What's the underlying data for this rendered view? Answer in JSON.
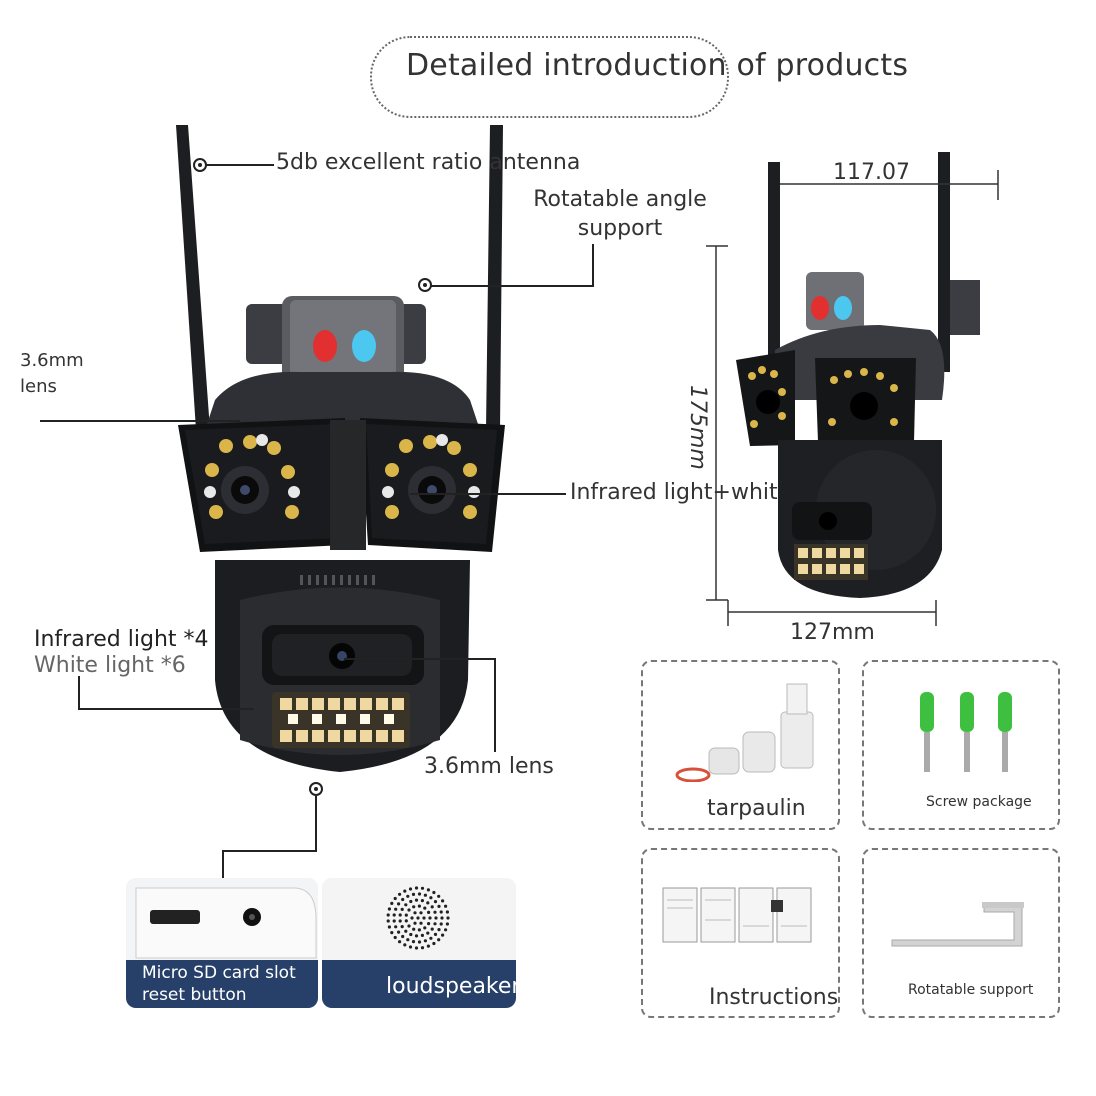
{
  "title": "Detailed introduction of products",
  "callouts": {
    "antenna": "5db excellent ratio antenna",
    "rotatable_angle": "Rotatable angle support",
    "lens_left": "3.6mm lens",
    "infrared_white": "Infrared light+white light",
    "infrared_count": "Infrared light *4",
    "white_count": "White light *6",
    "lens_bottom": "3.6mm lens"
  },
  "dimensions": {
    "width_top": "117.07",
    "height": "175mm",
    "width_bottom": "127mm"
  },
  "accessories": [
    {
      "label": "tarpaulin",
      "icon": "tarpaulin-icon"
    },
    {
      "label": "Screw package",
      "icon": "screw-package-icon"
    },
    {
      "label": "Instructions",
      "icon": "instructions-icon"
    },
    {
      "label": "Rotatable support",
      "icon": "rotatable-support-icon"
    }
  ],
  "features": [
    {
      "label": "Micro SD card slot reset button",
      "icon": "sd-card-slot-icon"
    },
    {
      "label": "loudspeaker",
      "icon": "speaker-icon"
    }
  ]
}
